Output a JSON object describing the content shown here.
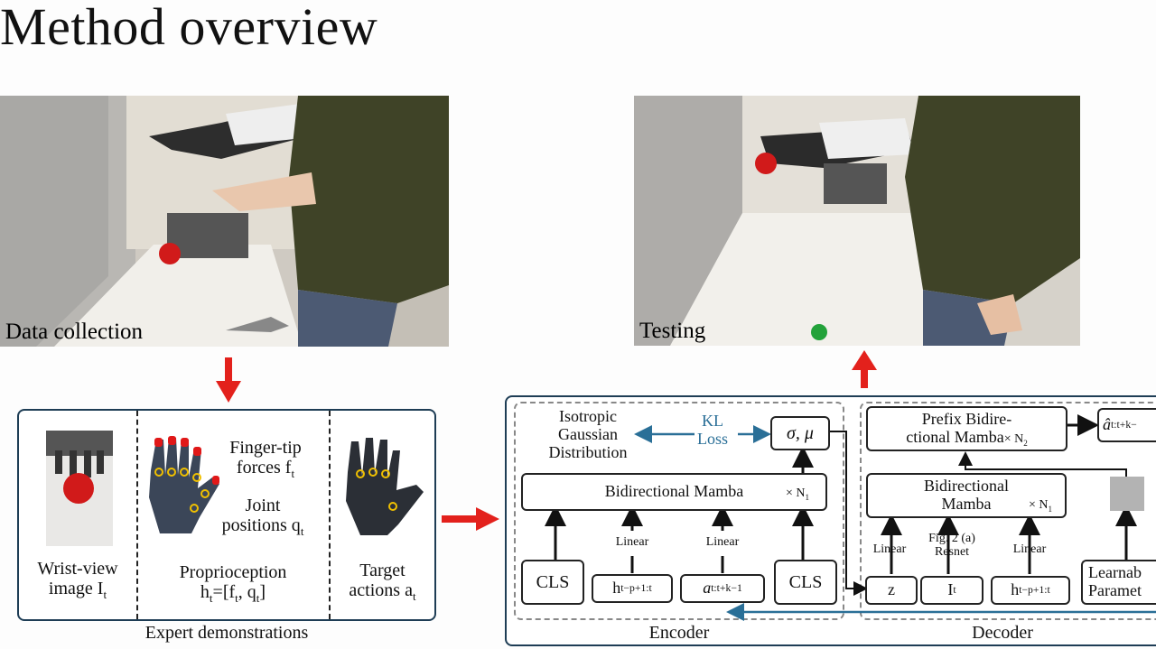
{
  "title": "Method overview",
  "photos": {
    "data_collection_label": "Data collection",
    "testing_label": "Testing"
  },
  "expert": {
    "wrist_label_1": "Wrist-view",
    "wrist_label_2": "image I",
    "wrist_sub": "t",
    "fingertip_1": "Finger-tip",
    "fingertip_2": "forces f",
    "fingertip_sub": "t",
    "joint_1": "Joint",
    "joint_2": "positions q",
    "joint_sub": "t",
    "proprio_1": "Proprioception",
    "proprio_2a": "h",
    "proprio_2b": "=[f",
    "proprio_2c": ", q",
    "proprio_2d": "]",
    "proprio_sub": "t",
    "target_1": "Target",
    "target_2": "actions a",
    "target_sub": "t",
    "caption": "Expert demonstrations"
  },
  "encoder": {
    "isotropic_1": "Isotropic",
    "isotropic_2": "Gaussian",
    "isotropic_3": "Distribution",
    "kl_1": "KL",
    "kl_2": "Loss",
    "sigma_mu": "σ, μ",
    "bidir": "Bidirectional Mamba",
    "times_n1": "× N",
    "n1_sub": "1",
    "cls": "CLS",
    "linear": "Linear",
    "h_in": "h",
    "h_in_sub": "t−p+1:t",
    "a_in": "a",
    "a_in_sub": "t:t+k−1",
    "caption": "Encoder"
  },
  "decoder": {
    "prefix_1": "Prefix Bidire-",
    "prefix_2": "ctional Mamba",
    "times_n2": "× N",
    "n2_sub": "2",
    "a_hat": "â",
    "a_hat_sub": "t:t+k−",
    "bidir_1": "Bidirectional",
    "bidir_2": "Mamba",
    "times_n1": "× N",
    "n1_sub": "1",
    "linear": "Linear",
    "fig_ref": "Fig. 2 (a)",
    "resnet": "Resnet",
    "z": "z",
    "i_t": "I",
    "i_t_sub": "t",
    "h_in": "h",
    "h_in_sub": "t−p+1:t",
    "learnable_1": "Learnab",
    "learnable_2": "Paramet",
    "caption": "Decoder"
  },
  "colors": {
    "arrow_red": "#e3211c",
    "kl_blue": "#2a6f97",
    "outer_border": "#1e3d55",
    "dashed": "#888888"
  }
}
